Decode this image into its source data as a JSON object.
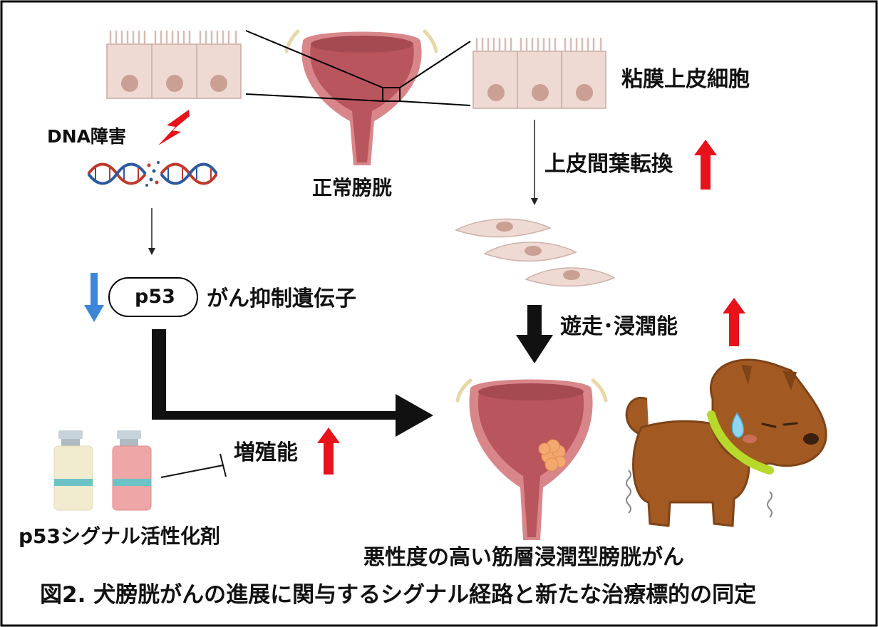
{
  "labels": {
    "epithelial_cells": "粘膜上皮細胞",
    "normal_bladder": "正常膀胱",
    "dna_damage": "DNA障害",
    "emt": "上皮間葉転換",
    "p53": "p53",
    "tumor_suppressor": "がん抑制遺伝子",
    "migration_invasion": "遊走･浸潤能",
    "proliferation": "増殖能",
    "p53_activator": "p53シグナル活性化剤",
    "mibc": "悪性度の高い筋層浸潤型膀胱がん"
  },
  "caption": "図2. 犬膀胱がんの進展に関与するシグナル経路と新たな治療標的の同定",
  "colors": {
    "up_arrow": "#e8121b",
    "down_arrow": "#3b86d6",
    "cell_fill": "#efd9d3",
    "nucleus": "#caa095",
    "bladder_outer": "#d9868a",
    "bladder_inner": "#b9555c",
    "dog": "#a25a22",
    "collar": "#b6d92c"
  },
  "icons": {
    "dna_damage": "lightning-bolt-icon",
    "dna": "dna-helix-icon",
    "vials": "medicine-vial-icon",
    "dog": "dog-icon"
  }
}
